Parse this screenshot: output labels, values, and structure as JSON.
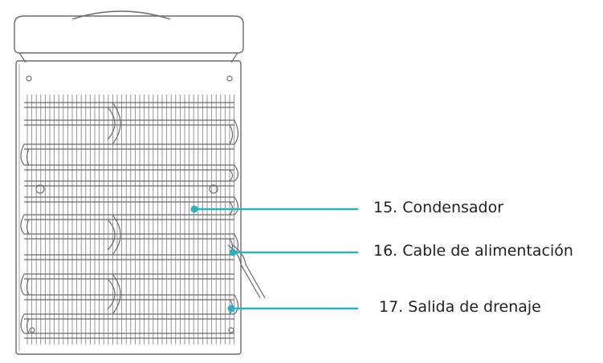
{
  "colors": {
    "accent": "#2bb0c4",
    "outline": "#6b6b6b",
    "text": "#1f1f1f",
    "background": "#ffffff"
  },
  "callouts": [
    {
      "number": "15",
      "label": "15. Condensador"
    },
    {
      "number": "16",
      "label": "16. Cable de alimentación"
    },
    {
      "number": "17",
      "label": "17. Salida de drenaje"
    }
  ]
}
